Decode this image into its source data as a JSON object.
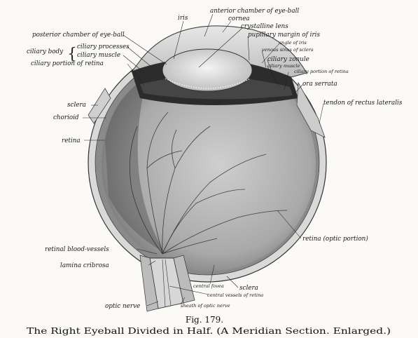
{
  "labels": {
    "iris": "iris",
    "anterior_chamber": "anterior chamber of eye-ball",
    "cornea": "cornea",
    "crystalline_lens": "crystalline lens",
    "posterior_chamber": "posterior chamber of eye-ball",
    "pupillary_margin": "pupillary margin of iris",
    "angle_of_iris": "angle of iris",
    "venous_sinus": "venous sinus of sclera",
    "ciliary_body": "ciliary body",
    "ciliary_processes": "ciliary processes",
    "ciliary_muscle_left": "ciliary muscle",
    "ciliary_zonule": "ciliary zonule",
    "ciliary_muscle_right": "ciliary muscle",
    "ciliary_portion_retina_left": "ciliary portion of retina",
    "ciliary_portion_retina_right": "ciliary portion of retina",
    "ora_serrata": "ora serrata",
    "tendon_rectus": "tendon of rectus lateralis",
    "sclera_left": "sclera",
    "chorioid": "chorioid",
    "retina_left": "retina",
    "retina_optic": "retina (optic portion)",
    "retinal_vessels": "retinal blood-vessels",
    "lamina_cribrosa": "lamina cribrosa",
    "central_fovea": "central fovea",
    "sclera_bottom": "sclera",
    "central_vessels": "central vessels of retina",
    "optic_nerve": "optic nerve",
    "sheath_optic_nerve": "sheath of optic nerve"
  },
  "caption": {
    "fig_number": "Fig. 179.",
    "title": "The Right Eyeball Divided in Half.  (A Meridian Section. Enlarged.)"
  }
}
